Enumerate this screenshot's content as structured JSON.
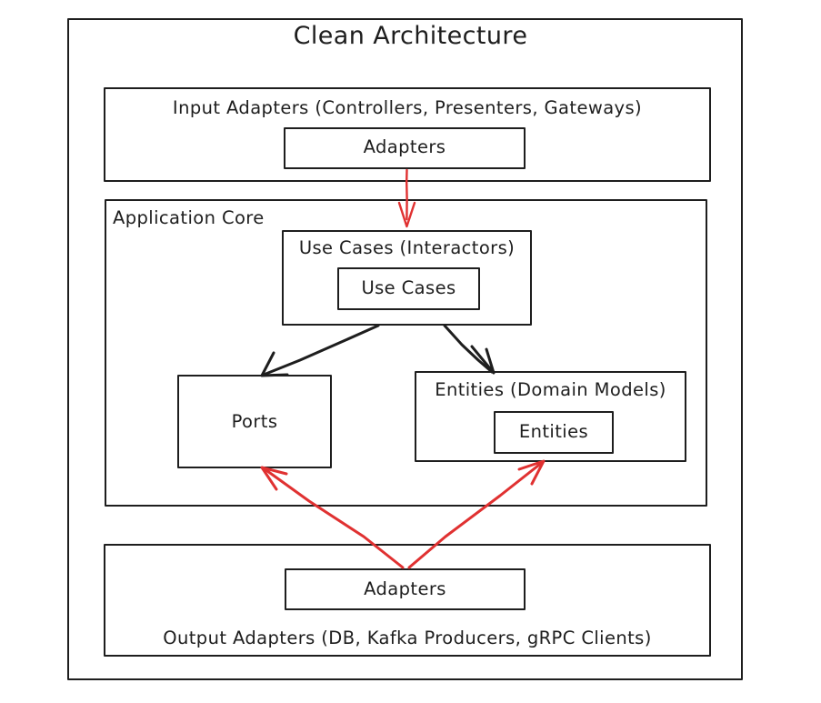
{
  "diagram": {
    "title": "Clean Architecture",
    "style": "hand-drawn",
    "colors": {
      "stroke": "#1e1e1e",
      "accent_red": "#e03131",
      "background": "#ffffff"
    },
    "layers": {
      "input": {
        "label": "Input Adapters (Controllers, Presenters, Gateways)",
        "inner_label": "Adapters"
      },
      "core": {
        "label": "Application Core",
        "use_cases": {
          "label": "Use Cases (Interactors)",
          "inner_label": "Use Cases"
        },
        "ports": {
          "label": "Ports"
        },
        "entities": {
          "label": "Entities (Domain Models)",
          "inner_label": "Entities"
        }
      },
      "output": {
        "label": "Output Adapters (DB, Kafka Producers, gRPC Clients)",
        "inner_label": "Adapters"
      }
    },
    "connections": [
      {
        "name": "input-adapters-to-use-cases",
        "from": "Adapters (Input)",
        "to": "Use Cases (Interactors)",
        "color": "#e03131",
        "direction": "down"
      },
      {
        "name": "use-cases-to-ports",
        "from": "Use Cases (Interactors)",
        "to": "Ports",
        "color": "#1e1e1e",
        "direction": "down-left"
      },
      {
        "name": "use-cases-to-entities",
        "from": "Use Cases (Interactors)",
        "to": "Entities (Domain Models)",
        "color": "#1e1e1e",
        "direction": "down-right"
      },
      {
        "name": "output-adapters-to-ports",
        "from": "Adapters (Output)",
        "to": "Ports",
        "color": "#e03131",
        "direction": "up-left"
      },
      {
        "name": "output-adapters-to-entities",
        "from": "Adapters (Output)",
        "to": "Entities (Domain Models)",
        "color": "#e03131",
        "direction": "up-right"
      }
    ]
  }
}
